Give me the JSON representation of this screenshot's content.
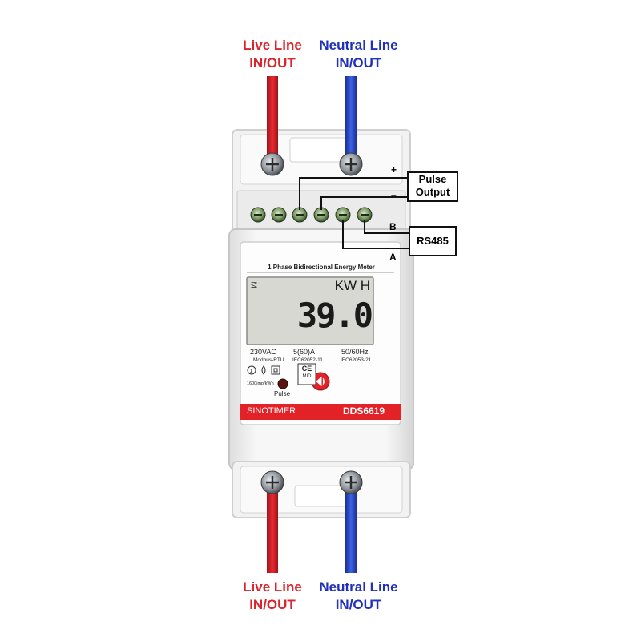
{
  "top_labels": {
    "live_line": "Live Line",
    "live_inout": "IN/OUT",
    "neutral_line": "Neutral Line",
    "neutral_inout": "IN/OUT"
  },
  "bottom_labels": {
    "live_line": "Live Line",
    "live_inout": "IN/OUT",
    "neutral_line": "Neutral Line",
    "neutral_inout": "IN/OUT"
  },
  "pulse_output": {
    "label_line1": "Pulse",
    "label_line2": "Output",
    "plus": "+",
    "minus": "–"
  },
  "rs485": {
    "label": "RS485",
    "pin_b": "B",
    "pin_a": "A"
  },
  "meter": {
    "panel_title": "1 Phase Bidirectional Energy Meter",
    "lcd_m": "M",
    "lcd_unit": "KW H",
    "lcd_reading": "39.0",
    "voltage": "230VAC",
    "current": "5(60)A",
    "frequency": "50/60Hz",
    "protocol": "Modbus-RTU",
    "std1": "IEC62052-11",
    "std2": "IEC62053-21",
    "impulse": "1600imp/kWh",
    "pulse_led_label": "Pulse",
    "brand": "SINOTIMER",
    "model": "DDS6619",
    "ce_mark": "CE",
    "mid_mark": "MID"
  },
  "colors": {
    "live": "#d9252b",
    "neutral": "#2a4fd0",
    "brand_bar": "#e32228",
    "lcd_bg": "#d8d8d2"
  }
}
